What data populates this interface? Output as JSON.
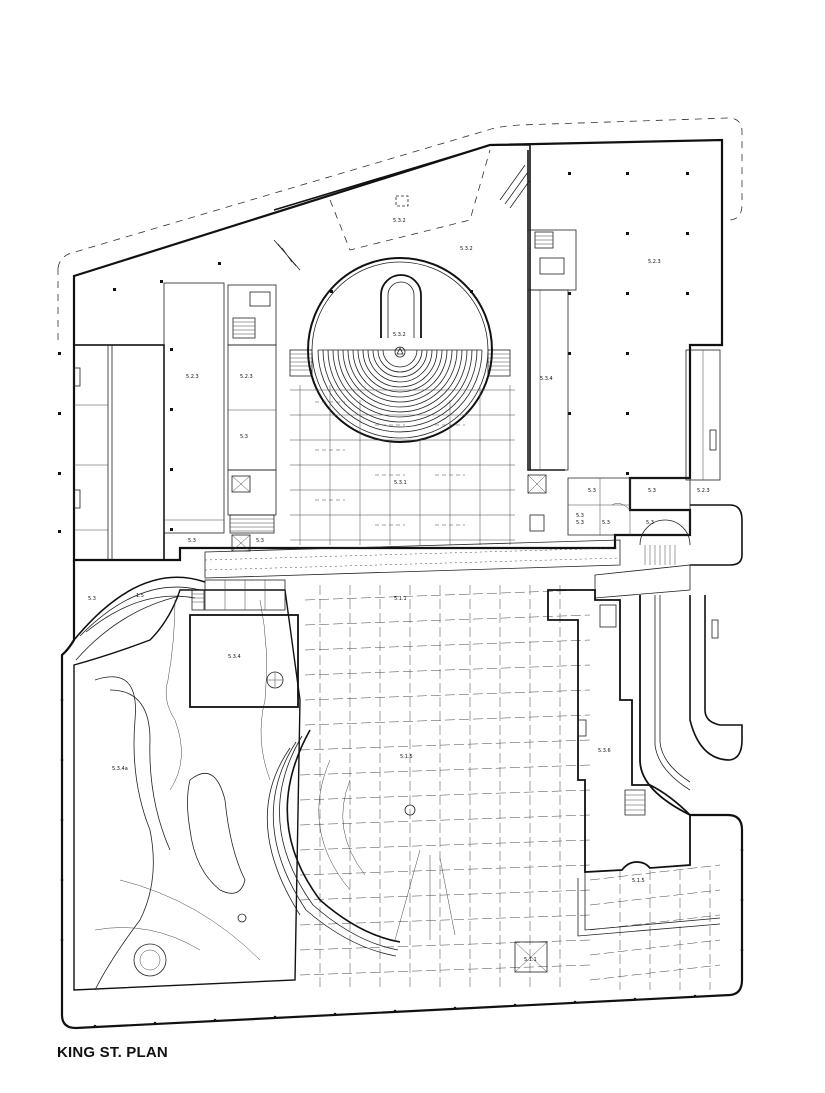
{
  "caption": "KING ST. PLAN",
  "rooms": {
    "r_532_top": "5.3.2",
    "r_532_right": "5.3.2",
    "r_533_right": "5.2.3",
    "r_532_theatre": "5.3.2",
    "r_523_left": "5.2.3",
    "r_523_mid": "5.2.3",
    "r_53_left": "5.3",
    "r_534": "5.3.4",
    "r_531_court": "5.3.1",
    "r_53_lower_left": "5.3",
    "r_53_lower_mid": "5.3",
    "r_5_3_r1": "5.3",
    "r_5_3_r2": "5.3",
    "r_5_3_r3": "5.3",
    "r_5_3_r4": "5.3",
    "r_5_3_r5": "5.3",
    "r_5_3_r6": "5.3",
    "r_523_edge": "5.2.3",
    "r_53_sw": "5.3",
    "r_15": "1.5",
    "r_511": "5.1.1",
    "r_534_b": "5.3.4",
    "r_534a": "5.3.4a",
    "r_515": "5.1.5",
    "r_536": "5.3.6",
    "r_515b": "5.1.5",
    "r_511b": "5.1.1"
  }
}
